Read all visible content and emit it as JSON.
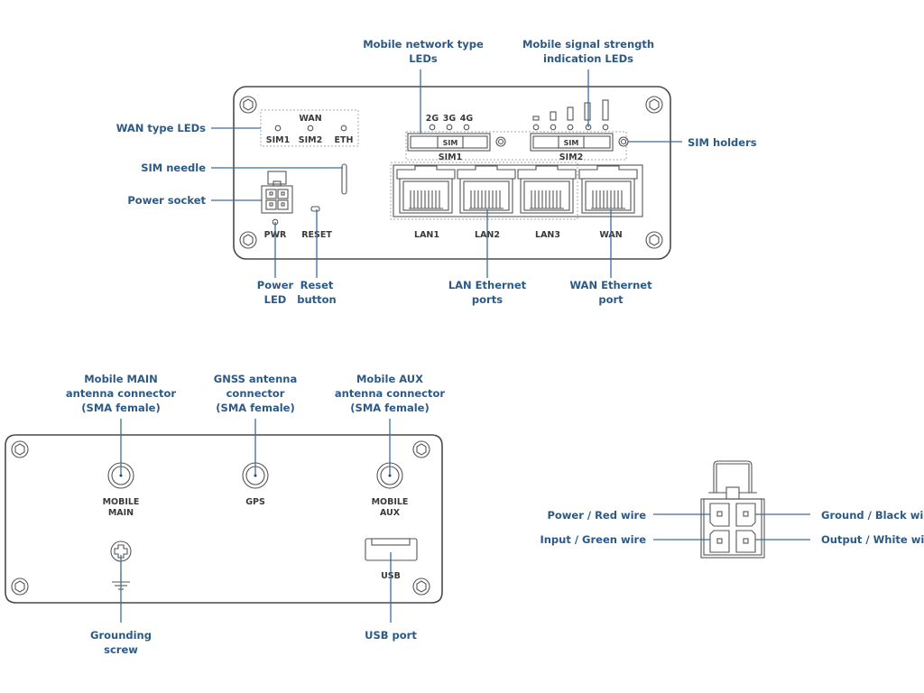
{
  "front_panel": {
    "callouts": {
      "network_type_leds": [
        "Mobile network type",
        "LEDs"
      ],
      "signal_strength_leds": [
        "Mobile signal strength",
        "indication LEDs"
      ],
      "wan_type_leds": "WAN type LEDs",
      "sim_needle": "SIM needle",
      "power_socket": "Power socket",
      "sim_holders": "SIM holders",
      "power_led": [
        "Power",
        "LED"
      ],
      "reset_button": [
        "Reset",
        "button"
      ],
      "lan_ports": [
        "LAN Ethernet",
        "ports"
      ],
      "wan_port": [
        "WAN Ethernet",
        "port"
      ]
    },
    "labels": {
      "wan": "WAN",
      "wan_leds": [
        "SIM1",
        "SIM2",
        "ETH"
      ],
      "network_types": [
        "2G",
        "3G",
        "4G"
      ],
      "sim_slot": "SIM",
      "sim1": "SIM1",
      "sim2": "SIM2",
      "pwr": "PWR",
      "reset": "RESET",
      "ports": [
        "LAN1",
        "LAN2",
        "LAN3",
        "WAN"
      ]
    }
  },
  "back_panel": {
    "callouts": {
      "mobile_main": [
        "Mobile MAIN",
        "antenna connector",
        "(SMA female)"
      ],
      "gnss": [
        "GNSS antenna",
        "connector",
        "(SMA female)"
      ],
      "mobile_aux": [
        "Mobile AUX",
        "antenna connector",
        "(SMA female)"
      ],
      "grounding": [
        "Grounding",
        "screw"
      ],
      "usb": "USB port"
    },
    "labels": {
      "mobile_main": [
        "MOBILE",
        "MAIN"
      ],
      "gps": "GPS",
      "mobile_aux": [
        "MOBILE",
        "AUX"
      ],
      "usb": "USB"
    }
  },
  "power_connector": {
    "pins": {
      "power": "Power / Red wire",
      "input": "Input / Green wire",
      "ground": "Ground / Black wire",
      "output": "Output / White wire"
    }
  },
  "colors": {
    "callout_text": "#2c5a85",
    "leader_line": "#3d6d96",
    "device_outline": "#4a4a4a"
  }
}
